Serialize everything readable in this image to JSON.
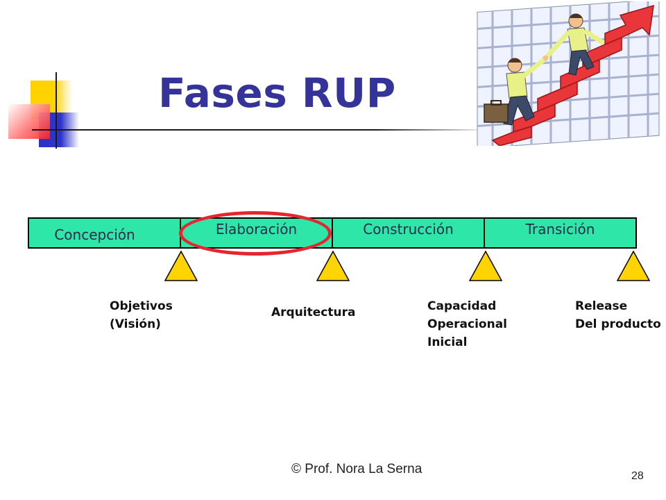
{
  "slide": {
    "title": "Fases RUP",
    "footer": "© Prof. Nora La Serna",
    "page_number": "28"
  },
  "colors": {
    "title": "#33339a",
    "phase_bar": "#2ee6a8",
    "milestone": "#ffd400",
    "highlight": "#e8242e"
  },
  "phases": [
    {
      "label": "Concepción"
    },
    {
      "label": "Elaboración",
      "highlighted": true
    },
    {
      "label": "Construcción"
    },
    {
      "label": "Transición"
    }
  ],
  "milestones": [
    {
      "label": "Objetivos\n(Visión)"
    },
    {
      "label": "Arquitectura"
    },
    {
      "label": "Capacidad\nOperacional\nInicial"
    },
    {
      "label": "Release\nDel producto"
    }
  ],
  "clipart": {
    "icon": "business-people-climbing-arrow-graph-icon"
  }
}
